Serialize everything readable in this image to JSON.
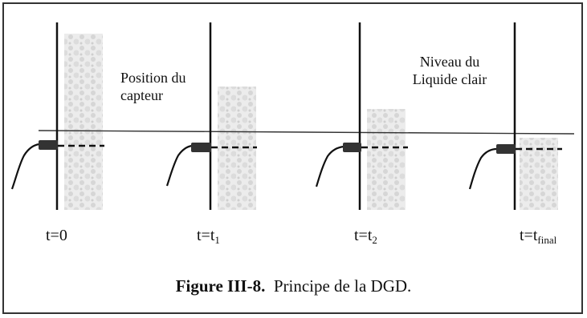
{
  "annotations": {
    "position_capteur": [
      "Position du",
      "capteur"
    ],
    "niveau_liquide": [
      "Niveau du",
      "Liquide clair"
    ]
  },
  "time_labels": [
    {
      "base": "t=0",
      "sub": ""
    },
    {
      "base": "t=t",
      "sub": "1"
    },
    {
      "base": "t=t",
      "sub": "2"
    },
    {
      "base": "t=t",
      "sub": "final"
    }
  ],
  "caption": {
    "figure_number": "Figure III-8.",
    "text": "Principe de la DGD."
  },
  "colors": {
    "ink": "#111111",
    "sediment": "#d9d9d9",
    "sensor": "#333333"
  }
}
